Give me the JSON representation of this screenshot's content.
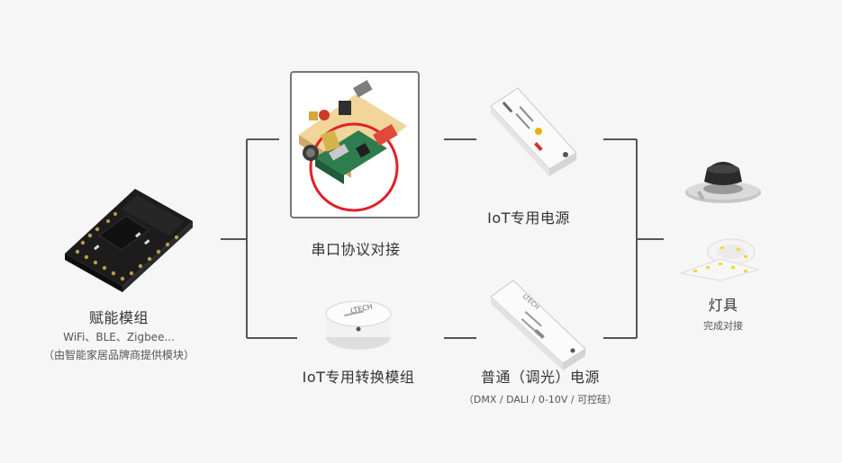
{
  "nodes": {
    "module": {
      "title": "赋能模组",
      "line1": "WiFi、BLE、Zigbee...",
      "line2": "（由智能家居品牌商提供模块）",
      "icon": "wireless-module-chip-icon"
    },
    "serial": {
      "title": "串口协议对接",
      "icon": "pcb-with-highlighted-module-icon"
    },
    "iot_power": {
      "title": "IoT专用电源",
      "icon": "led-driver-power-supply-icon"
    },
    "iot_converter": {
      "title": "IoT专用转换模组",
      "icon": "round-converter-module-icon",
      "device_text": "LTECH"
    },
    "dimming_power": {
      "title": "普通（调光）电源",
      "sub": "（DMX / DALI / 0-10V / 可控硅）",
      "icon": "dimming-driver-power-supply-icon",
      "device_text": "LTECH"
    },
    "lamp": {
      "title": "灯具",
      "sub": "完成对接",
      "icons": [
        "downlight-icon",
        "led-strip-icon"
      ]
    }
  },
  "colors": {
    "background": "#f6f6f6",
    "connector": "#555555",
    "highlight_circle": "#e0202a",
    "frame_border": "#777777"
  }
}
